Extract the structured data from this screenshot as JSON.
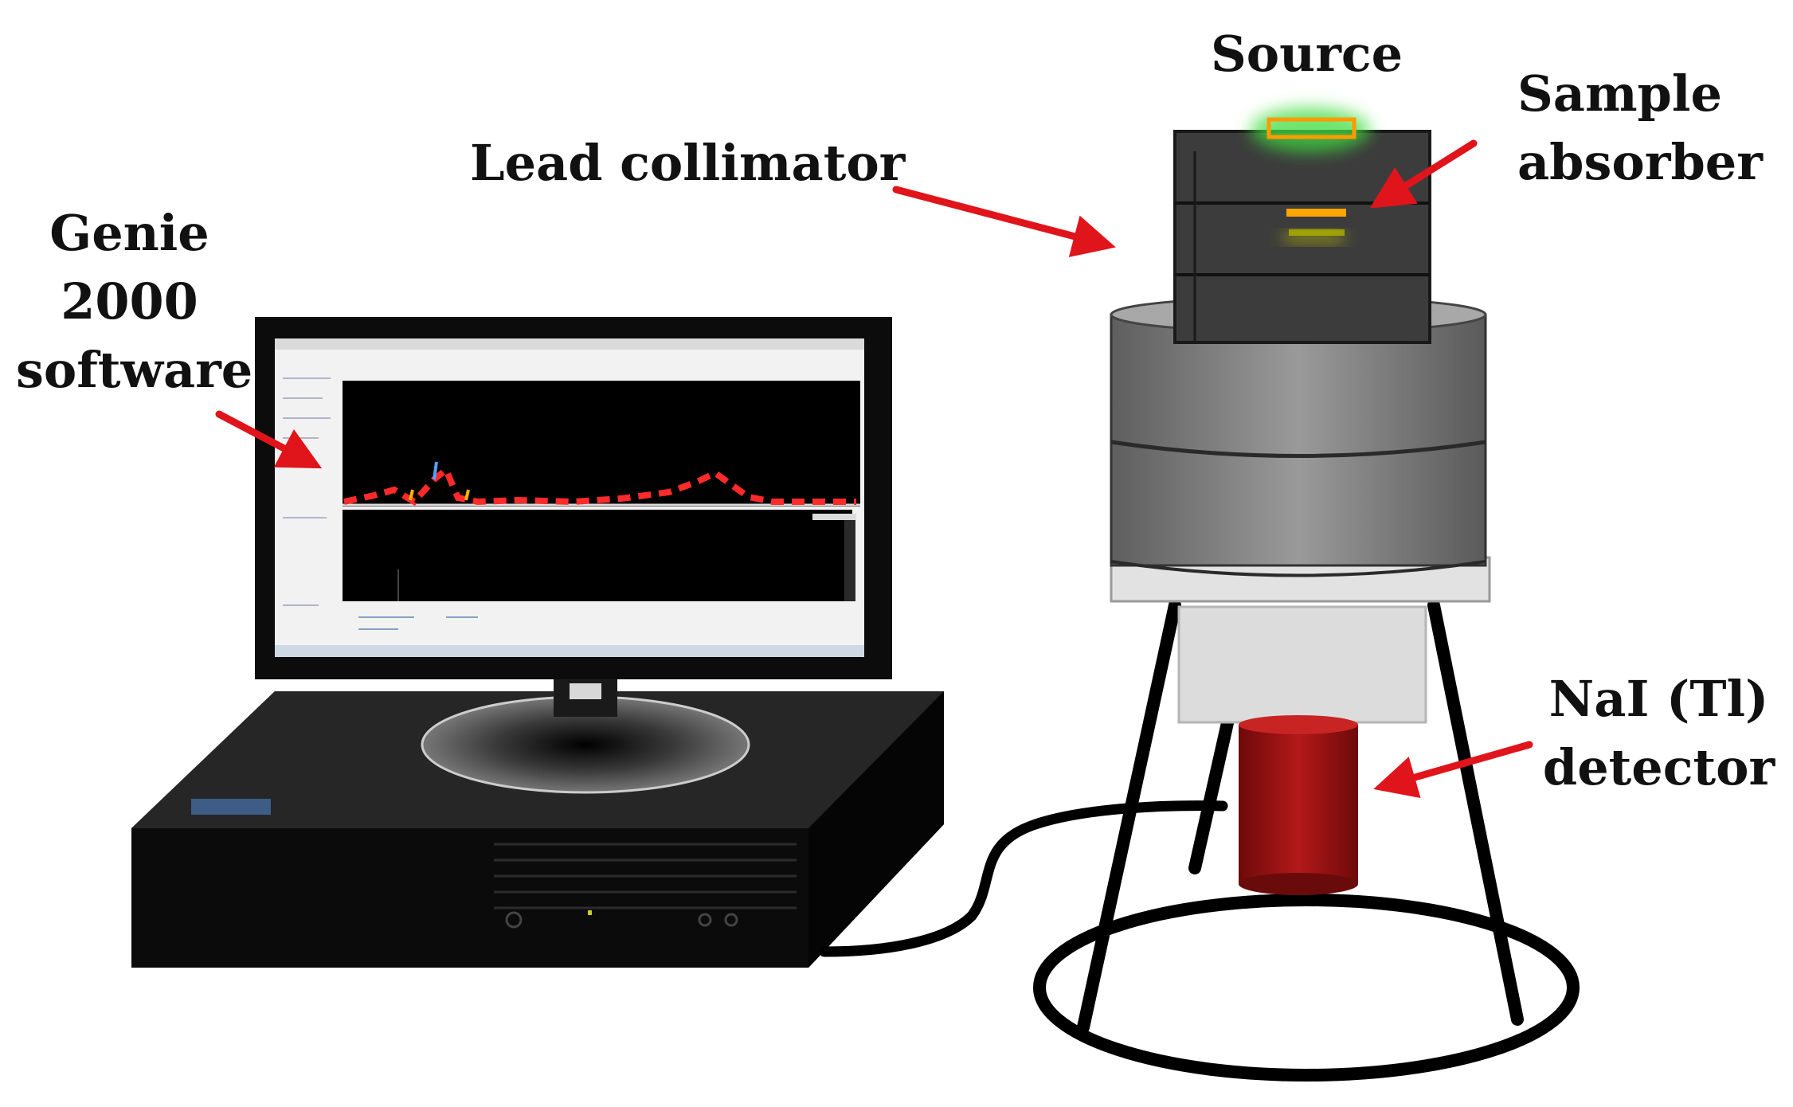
{
  "labels": {
    "source": "Source",
    "sample_absorber": [
      "Sample",
      "absorber"
    ],
    "lead_collimator": "Lead collimator",
    "genie_software": [
      "Genie",
      "2000",
      "software"
    ],
    "detector": [
      "NaI (Tl)",
      "detector"
    ]
  },
  "colors": {
    "arrow": "#e0141b",
    "spectrum_line": "#ff2a2a",
    "source_glow": "#3fdc3f",
    "source_outline": "#ff9a00",
    "sample_bar": "#ffa500",
    "sample_glow": "#c8c800",
    "collimator_block": "#3c3c3c",
    "shield_ring": "#7d7d7d",
    "detector_body": "#a01414",
    "pc_body": "#111111",
    "background": "#ffffff"
  },
  "icons": [
    "computer-monitor-icon",
    "desktop-pc-icon",
    "detector-stand-icon",
    "arrow-icon"
  ]
}
